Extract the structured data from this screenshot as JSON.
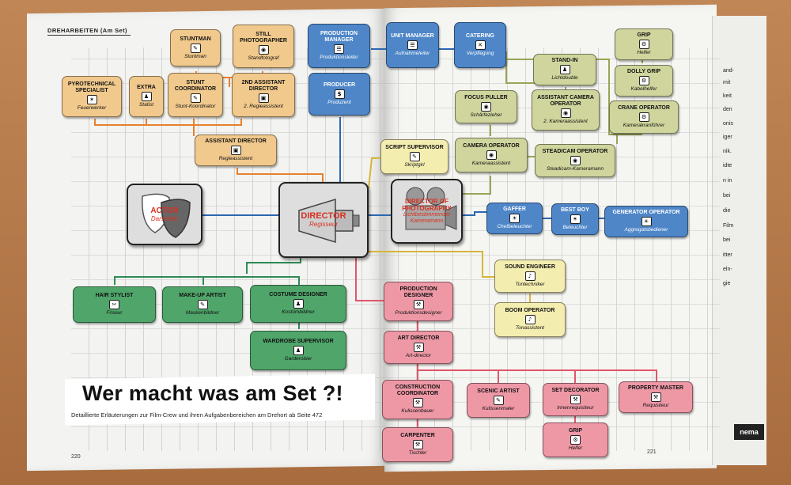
{
  "header": {
    "section": "DREHARBEITEN",
    "sub": "(Am Set)"
  },
  "title": "Wer macht was am Set ?!",
  "subtitle": "Detaillierte Erläuterungen zur Film-Crew und ihren Aufgabenbereichen am Drehort ab Seite 472",
  "page_left": "220",
  "page_right": "221",
  "edge_words": [
    "and-",
    "mit",
    "keit",
    "den",
    "onis",
    "iger",
    "nik.",
    "idte",
    "n in",
    "bei",
    "die",
    "Film",
    "bei",
    "itter",
    "eln-",
    "gie"
  ],
  "edge_tab": "nema",
  "colors": {
    "orange": "#f1c98c",
    "blue": "#4e86c8",
    "olive": "#cfd59c",
    "yellow": "#f4edb0",
    "green": "#4fa56a",
    "pink": "#ee98a6",
    "line_orange": "#e8802c",
    "line_blue": "#2c67b0",
    "line_green": "#2f8a55",
    "line_pink": "#e0566a",
    "line_olive": "#9aa456",
    "line_yellow": "#d7b53a"
  },
  "nodes": {
    "stuntman": {
      "title": "Stuntman",
      "sub": "Stuntman",
      "icon": "stunt-icon"
    },
    "still_photographer": {
      "title": "Still Photographer",
      "sub": "Standfotograf",
      "icon": "camera-icon"
    },
    "pyrotechnical": {
      "title": "Pyrotechnical Specialist",
      "sub": "Feuerwerker",
      "icon": "fire-icon"
    },
    "extra": {
      "title": "Extra",
      "sub": "Statist",
      "icon": "person-icon"
    },
    "stunt_coordinator": {
      "title": "Stunt Coordinator",
      "sub": "Stunt-Koordinator",
      "icon": "stunt-icon"
    },
    "second_ad": {
      "title": "2nd Assistant Director",
      "sub": "2. Regieassistent",
      "icon": "clapper-icon"
    },
    "assistant_director": {
      "title": "Assistant Director",
      "sub": "Regieassistent",
      "icon": "clapper-icon"
    },
    "production_manager": {
      "title": "Production Manager",
      "sub": "Produktionsleiter",
      "icon": "clipboard-icon"
    },
    "unit_manager": {
      "title": "Unit Manager",
      "sub": "Aufnahmeleiter",
      "icon": "clipboard-icon"
    },
    "catering": {
      "title": "Catering",
      "sub": "Verpflegung",
      "icon": "cutlery-icon"
    },
    "producer": {
      "title": "Producer",
      "sub": "Produzent",
      "icon": "money-icon"
    },
    "grip": {
      "title": "Grip",
      "sub": "Helfer",
      "icon": "grip-icon"
    },
    "dolly_grip": {
      "title": "Dolly Grip",
      "sub": "Kabelhelfer",
      "icon": "dolly-icon"
    },
    "crane_operator": {
      "title": "Crane Operator",
      "sub": "Kamerakranführer",
      "icon": "crane-icon"
    },
    "stand_in": {
      "title": "Stand-in",
      "sub": "Lichtdouble",
      "icon": "person-icon"
    },
    "assistant_camera": {
      "title": "Assistant Camera Operator",
      "sub": "2. Kameraassistent",
      "icon": "camera-icon"
    },
    "focus_puller": {
      "title": "Focus Puller",
      "sub": "Schärfezieher",
      "icon": "camera-icon"
    },
    "script_supervisor": {
      "title": "Script Supervisor",
      "sub": "Skriptgirl",
      "icon": "pen-icon"
    },
    "camera_operator": {
      "title": "Camera Operator",
      "sub": "Kameraassistent",
      "icon": "camera-icon"
    },
    "steadicam": {
      "title": "Steadicam Operator",
      "sub": "Steadicam-Kameramann",
      "icon": "steadicam-icon"
    },
    "actor": {
      "title": "ACTOR",
      "sub": "Darsteller",
      "icon": "masks-icon"
    },
    "director": {
      "title": "DIRECTOR",
      "sub": "Regisseur",
      "icon": "megaphone-icon"
    },
    "dop": {
      "title": "DIRECTOR OF PHOTOGRAPHY",
      "sub": "Lichtbestimmender Kameramann",
      "icon": "film-camera-icon"
    },
    "gaffer": {
      "title": "Gaffer",
      "sub": "Chefbeleuchter",
      "icon": "lamp-icon"
    },
    "best_boy": {
      "title": "Best Boy",
      "sub": "Beleuchter",
      "icon": "lamp-icon"
    },
    "generator": {
      "title": "Generator Operator",
      "sub": "Aggregatsbediener",
      "icon": "lamp-icon"
    },
    "sound_engineer": {
      "title": "Sound Engineer",
      "sub": "Tontechniker",
      "icon": "note-icon"
    },
    "boom_operator": {
      "title": "Boom Operator",
      "sub": "Tonassistent",
      "icon": "note-icon"
    },
    "hair_stylist": {
      "title": "Hair Stylist",
      "sub": "Friseur",
      "icon": "comb-icon"
    },
    "makeup": {
      "title": "Make-up Artist",
      "sub": "Maskenbildner",
      "icon": "brush-icon"
    },
    "costume_designer": {
      "title": "Costume Designer",
      "sub": "Kostümbildner",
      "icon": "dress-icon"
    },
    "wardrobe": {
      "title": "Wardrobe Supervisor",
      "sub": "Garderobier",
      "icon": "dress-icon"
    },
    "production_designer": {
      "title": "Production Designer",
      "sub": "Produktionsdesigner",
      "icon": "tools-icon"
    },
    "art_director": {
      "title": "Art Director",
      "sub": "Art-director",
      "icon": "tools-icon"
    },
    "construction": {
      "title": "Construction Coordinator",
      "sub": "Kulissenbauer",
      "icon": "tools-icon"
    },
    "scenic_artist": {
      "title": "Scenic Artist",
      "sub": "Kulissenmaler",
      "icon": "brush-icon"
    },
    "set_decorator": {
      "title": "Set Decorator",
      "sub": "Innenrequisiteur",
      "icon": "tools-icon"
    },
    "property_master": {
      "title": "Property Master",
      "sub": "Requisiteur",
      "icon": "tools-icon"
    },
    "carpenter": {
      "title": "Carpenter",
      "sub": "Tischler",
      "icon": "saw-icon"
    },
    "grip_pink": {
      "title": "Grip",
      "sub": "Helfer",
      "icon": "grip-icon"
    }
  }
}
